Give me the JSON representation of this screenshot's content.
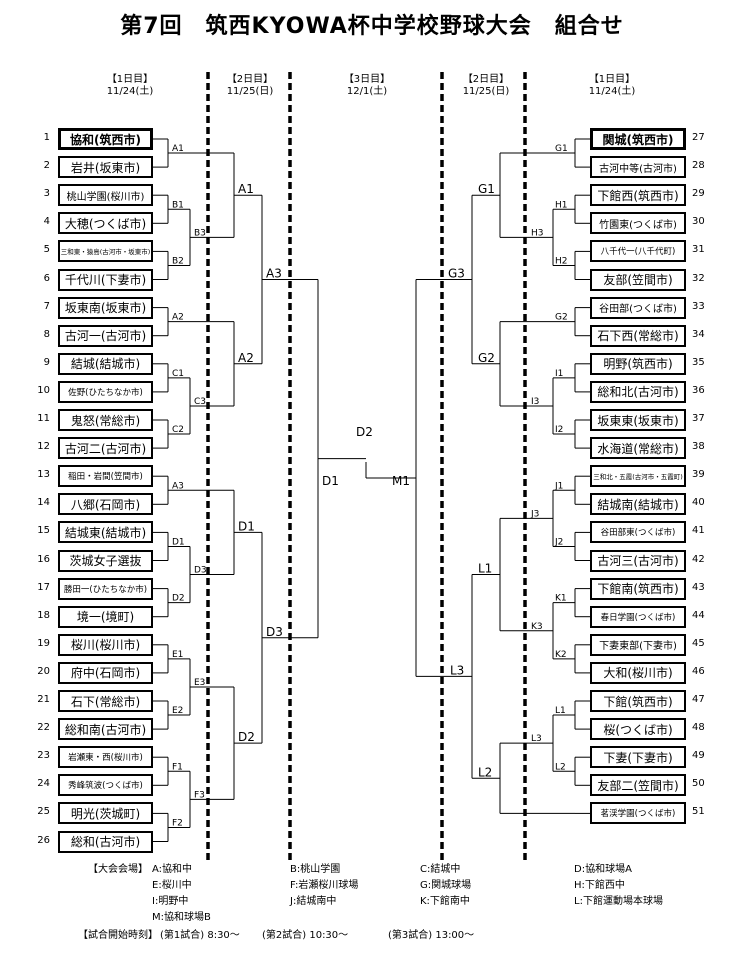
{
  "title": "第7回　筑西KYOWA杯中学校野球大会　組合せ",
  "day_headers": [
    {
      "label": "【1日目】",
      "date": "11/24(土)"
    },
    {
      "label": "【2日目】",
      "date": "11/25(日)"
    },
    {
      "label": "【3日目】",
      "date": "12/1(土)"
    },
    {
      "label": "【2日目】",
      "date": "11/25(日)"
    },
    {
      "label": "【1日目】",
      "date": "11/24(土)"
    }
  ],
  "left_teams": [
    {
      "no": "1",
      "name": "協和(筑西市)",
      "seed": true
    },
    {
      "no": "2",
      "name": "岩井(坂東市)",
      "seed": false
    },
    {
      "no": "3",
      "name": "桃山学園(桜川市)",
      "seed": false
    },
    {
      "no": "4",
      "name": "大穂(つくば市)",
      "seed": false
    },
    {
      "no": "5",
      "name": "三和東・猿島(古河市・坂東市)",
      "seed": false
    },
    {
      "no": "6",
      "name": "千代川(下妻市)",
      "seed": false
    },
    {
      "no": "7",
      "name": "坂東南(坂東市)",
      "seed": false
    },
    {
      "no": "8",
      "name": "古河一(古河市)",
      "seed": false
    },
    {
      "no": "9",
      "name": "結城(結城市)",
      "seed": false
    },
    {
      "no": "10",
      "name": "佐野(ひたちなか市)",
      "seed": false
    },
    {
      "no": "11",
      "name": "鬼怒(常総市)",
      "seed": false
    },
    {
      "no": "12",
      "name": "古河二(古河市)",
      "seed": false
    },
    {
      "no": "13",
      "name": "稲田・岩間(笠間市)",
      "seed": false
    },
    {
      "no": "14",
      "name": "八郷(石岡市)",
      "seed": false
    },
    {
      "no": "15",
      "name": "結城東(結城市)",
      "seed": false
    },
    {
      "no": "16",
      "name": "茨城女子選抜",
      "seed": false
    },
    {
      "no": "17",
      "name": "勝田一(ひたちなか市)",
      "seed": false
    },
    {
      "no": "18",
      "name": "境一(境町)",
      "seed": false
    },
    {
      "no": "19",
      "name": "桜川(桜川市)",
      "seed": false
    },
    {
      "no": "20",
      "name": "府中(石岡市)",
      "seed": false
    },
    {
      "no": "21",
      "name": "石下(常総市)",
      "seed": false
    },
    {
      "no": "22",
      "name": "総和南(古河市)",
      "seed": false
    },
    {
      "no": "23",
      "name": "岩瀬東・西(桜川市)",
      "seed": false
    },
    {
      "no": "24",
      "name": "秀峰筑波(つくば市)",
      "seed": false
    },
    {
      "no": "25",
      "name": "明光(茨城町)",
      "seed": false
    },
    {
      "no": "26",
      "name": "総和(古河市)",
      "seed": false
    }
  ],
  "right_teams": [
    {
      "no": "27",
      "name": "関城(筑西市)",
      "seed": true
    },
    {
      "no": "28",
      "name": "古河中等(古河市)",
      "seed": false
    },
    {
      "no": "29",
      "name": "下館西(筑西市)",
      "seed": false
    },
    {
      "no": "30",
      "name": "竹園東(つくば市)",
      "seed": false
    },
    {
      "no": "31",
      "name": "八千代一(八千代町)",
      "seed": false
    },
    {
      "no": "32",
      "name": "友部(笠間市)",
      "seed": false
    },
    {
      "no": "33",
      "name": "谷田部(つくば市)",
      "seed": false
    },
    {
      "no": "34",
      "name": "石下西(常総市)",
      "seed": false
    },
    {
      "no": "35",
      "name": "明野(筑西市)",
      "seed": false
    },
    {
      "no": "36",
      "name": "総和北(古河市)",
      "seed": false
    },
    {
      "no": "37",
      "name": "坂東東(坂東市)",
      "seed": false
    },
    {
      "no": "38",
      "name": "水海道(常総市)",
      "seed": false
    },
    {
      "no": "39",
      "name": "三和北・五霞(古河市・五霞町)",
      "seed": false
    },
    {
      "no": "40",
      "name": "結城南(結城市)",
      "seed": false
    },
    {
      "no": "41",
      "name": "谷田部東(つくば市)",
      "seed": false
    },
    {
      "no": "42",
      "name": "古河三(古河市)",
      "seed": false
    },
    {
      "no": "43",
      "name": "下館南(筑西市)",
      "seed": false
    },
    {
      "no": "44",
      "name": "春日学園(つくば市)",
      "seed": false
    },
    {
      "no": "45",
      "name": "下妻東部(下妻市)",
      "seed": false
    },
    {
      "no": "46",
      "name": "大和(桜川市)",
      "seed": false
    },
    {
      "no": "47",
      "name": "下館(筑西市)",
      "seed": false
    },
    {
      "no": "48",
      "name": "桜(つくば市)",
      "seed": false
    },
    {
      "no": "49",
      "name": "下妻(下妻市)",
      "seed": false
    },
    {
      "no": "50",
      "name": "友部二(笠間市)",
      "seed": false
    },
    {
      "no": "51",
      "name": "茗渓学園(つくば市)",
      "seed": false
    }
  ],
  "venues": {
    "heading": "【大会会場】",
    "A": "A:協和中",
    "B": "B:桃山学園",
    "C": "C:結城中",
    "D": "D:協和球場A",
    "E": "E:桜川中",
    "F": "F:岩瀬桜川球場",
    "G": "G:関城球場",
    "H": "H:下館西中",
    "I": "I:明野中",
    "J": "J:結城南中",
    "K": "K:下館南中",
    "L": "L:下館運動場本球場",
    "M": "M:協和球場B"
  },
  "schedule": {
    "heading": "【試合開始時刻】",
    "game1": "(第1試合) 8:30〜",
    "game2": "(第2試合) 10:30〜",
    "game3": "(第3試合) 13:00〜"
  }
}
